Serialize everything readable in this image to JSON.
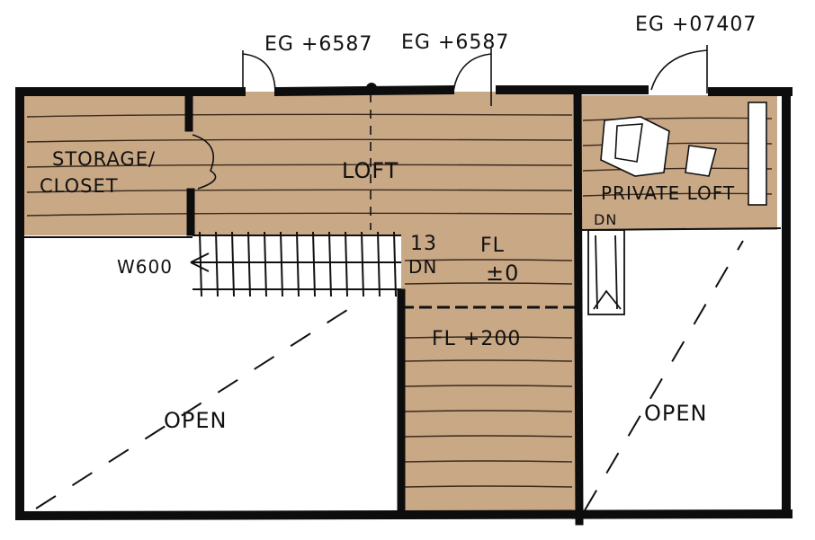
{
  "plan": {
    "colors": {
      "floor": "#c9a886",
      "wall": "#0d0d0d",
      "line": "#1a1a1a",
      "background": "#ffffff"
    },
    "labels": {
      "eg_1": "EG +6587",
      "eg_2": "EG +6587",
      "eg_3": "EG +07407",
      "storage_line1": "STORAGE/",
      "storage_line2": "CLOSET",
      "loft": "LOFT",
      "private_loft": "PRIVATE LOFT",
      "private_dn": "DN",
      "w600": "W600",
      "stair_count": "13",
      "stair_dn": "DN",
      "fl_label": "FL",
      "fl_value": "±0",
      "fl_lower": "FL +200",
      "open_left": "OPEN",
      "open_right": "OPEN"
    }
  }
}
